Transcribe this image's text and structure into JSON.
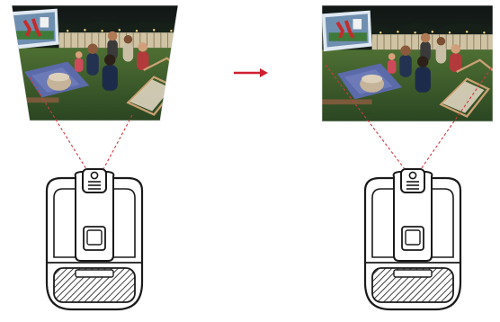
{
  "diagram": {
    "panels": [
      {
        "id": "before",
        "image_shape": "keystone-trapezoid",
        "scene": "outdoor-movie-night-projection"
      },
      {
        "id": "after",
        "image_shape": "corrected-rectangle",
        "scene": "outdoor-movie-night-projection"
      }
    ],
    "transition": {
      "icon": "arrow-right-icon"
    },
    "projector": {
      "icon": "projector-icon"
    },
    "colors": {
      "arrow": "#d01f2f",
      "beam_line": "#d0393f",
      "device_outline": "#1a1a1a",
      "device_fill": "#ffffff",
      "sky": "#1b2420",
      "grass": "#3f5f2e",
      "screen_glow": "#d7e3ee"
    }
  }
}
